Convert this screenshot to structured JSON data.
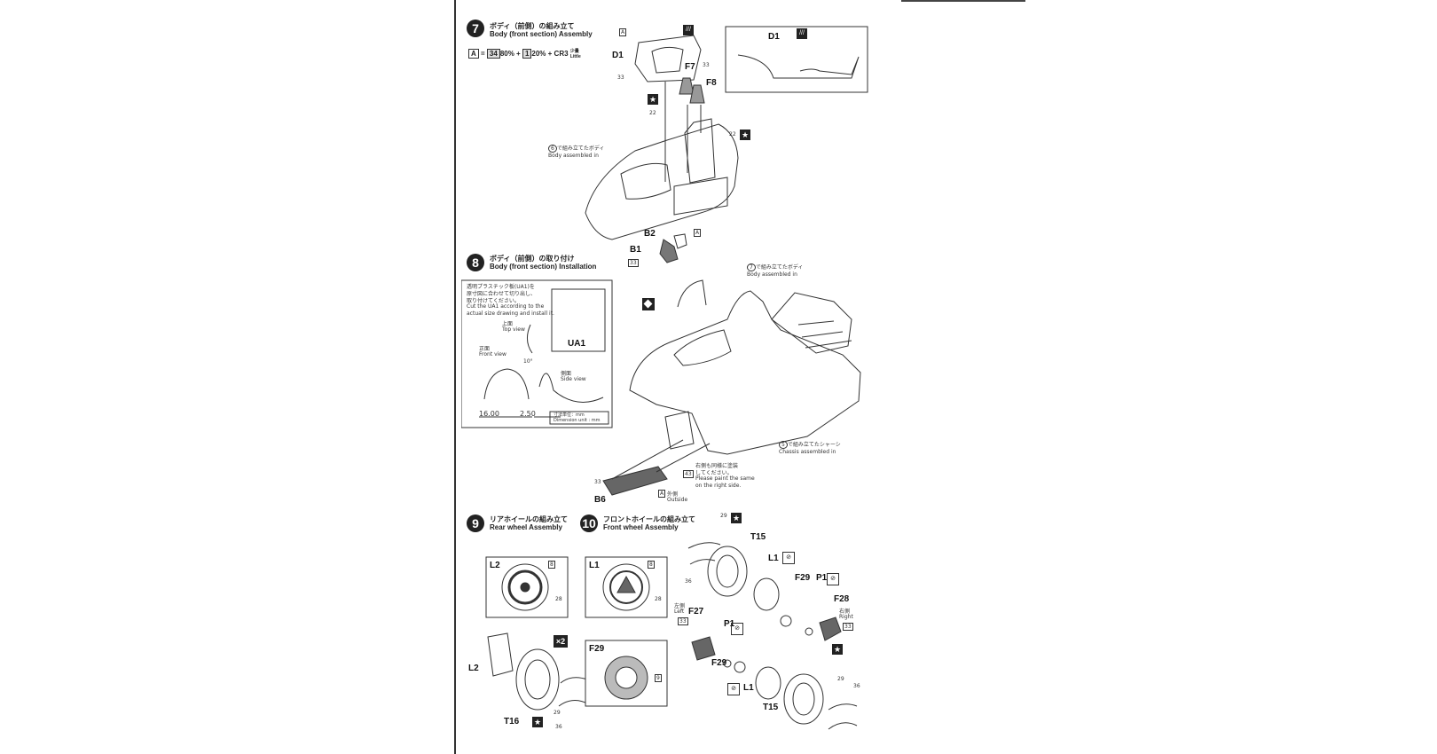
{
  "step7": {
    "number": "7",
    "title_jp": "ボディ（前側）の組み立て",
    "title_en": "Body (front section) Assembly",
    "paint": {
      "a_label": "A",
      "formula_mid": "80% + ",
      "n34": "34",
      "n1": "1",
      "formula_end": "20% + CR3",
      "little_jp": "少量",
      "little_en": "Little"
    },
    "parts": {
      "d1_left": "D1",
      "d1_box": "D1",
      "f7": "F7",
      "f8": "F8",
      "b1": "B1",
      "b2": "B2",
      "a_top": "A",
      "a_b2": "A"
    },
    "codes": {
      "c33a": "33",
      "c33b": "33",
      "c33c": "33",
      "c22a": "22",
      "c22b": "22"
    },
    "body_note_jp": "で組み立てたボディ",
    "body_note_en": "Body assembled in",
    "body_ref": "6"
  },
  "step8": {
    "number": "8",
    "title_jp": "ボディ（前側）の取り付け",
    "title_en": "Body (front section) Installation",
    "note_jp1": "透明プラスチック板(UA1)を",
    "note_jp2": "原寸図に合わせて切り出し、",
    "note_jp3": "取り付けてください。",
    "note_en1": "Cut the UA1 according to the",
    "note_en2": "actual size drawing and install it.",
    "ua1": "UA1",
    "top_jp": "上面",
    "top_en": "Top view",
    "front_jp": "正面",
    "front_en": "Front view",
    "side_jp": "側面",
    "side_en": "Side view",
    "angle": "10°",
    "dim1": "16.00",
    "dim2": "2.50",
    "unit_jp": "寸法単位：mm",
    "unit_en": "Dimension unit : mm",
    "body_note_jp": "で組み立てたボディ",
    "body_note_en": "Body assembled in",
    "body_ref": "7",
    "chassis_note_jp": "で組み立てたシャーシ",
    "chassis_note_en": "Chassis assembled in",
    "chassis_ref": "5",
    "right_jp": "右側も同様に塗装",
    "right_jp2": "してください。",
    "right_en1": "Please paint the same",
    "right_en2": "on the right side.",
    "b6": "B6",
    "c33": "33",
    "c43": "43",
    "a_out": "A",
    "outside_jp": "外側",
    "outside_en": "Outside"
  },
  "step9": {
    "number": "9",
    "title_jp": "リアホイールの組み立て",
    "title_en": "Rear wheel Assembly",
    "l2_box": "L2",
    "l2": "L2",
    "t16": "T16",
    "x2": "×2",
    "c8": "8",
    "c28": "28",
    "c29": "29",
    "c36": "36"
  },
  "step10": {
    "number": "10",
    "title_jp": "フロントホイールの組み立て",
    "title_en": "Front wheel Assembly",
    "l1_box": "L1",
    "f29_box": "F29",
    "c8": "8",
    "c28": "28",
    "c9": "9",
    "t15_top": "T15",
    "t15_bottom": "T15",
    "l1_top": "L1",
    "l1_bottom": "L1",
    "f29_a": "F29",
    "f29_b": "F29",
    "p1_a": "P1",
    "p1_b": "P1",
    "f27": "F27",
    "f28": "F28",
    "left_jp": "左側",
    "left_en": "Left",
    "right_jp": "右側",
    "right_en": "Right",
    "c29a": "29",
    "c29b": "29",
    "c36a": "36",
    "c36b": "36",
    "c33a": "33",
    "c33b": "33"
  }
}
